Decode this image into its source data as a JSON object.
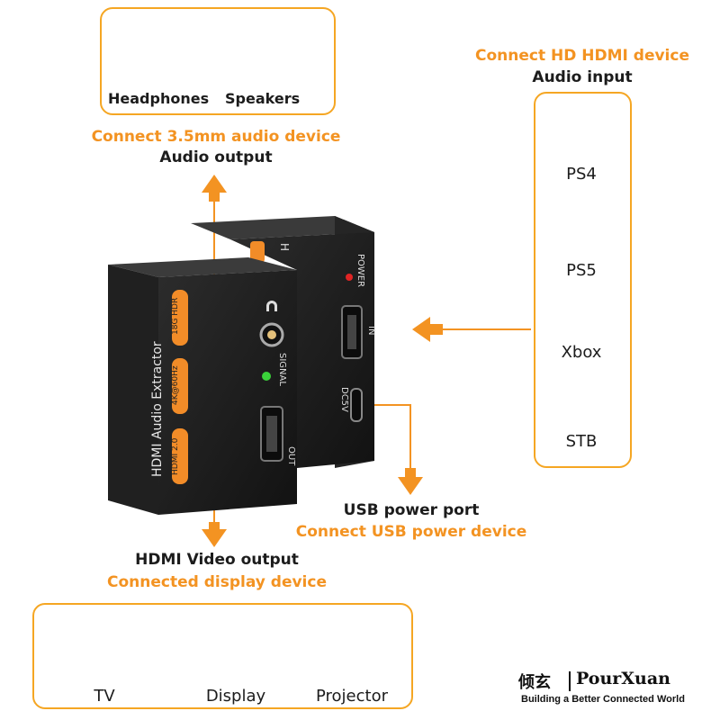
{
  "audio_output": {
    "devices": [
      {
        "icon": "headphones-icon",
        "label": "Headphones"
      },
      {
        "icon": "speakers-icon",
        "label": "Speakers"
      }
    ],
    "title": "Connect 3.5mm audio device",
    "subtitle": "Audio output"
  },
  "hdmi_input": {
    "title": "Connect HD HDMI device",
    "subtitle": "Audio input",
    "devices": [
      {
        "icon": "ps4-console-icon",
        "label": "PS4"
      },
      {
        "icon": "ps5-console-icon",
        "label": "PS5"
      },
      {
        "icon": "xbox-console-icon",
        "label": "Xbox"
      },
      {
        "icon": "set-top-box-icon",
        "label": "STB"
      }
    ]
  },
  "usb_power": {
    "title": "USB power port",
    "subtitle": "Connect USB power device"
  },
  "video_output": {
    "title": "HDMI Video output",
    "subtitle": "Connected display device",
    "devices": [
      {
        "icon": "tv-icon",
        "label": "TV"
      },
      {
        "icon": "monitor-display-icon",
        "label": "Display"
      },
      {
        "icon": "projector-icon",
        "label": "Projector"
      }
    ]
  },
  "device": {
    "front_text": "HDMI Audio Extractor",
    "badges": [
      "18G HDR",
      "4K@60Hz",
      "HDMI 2.0"
    ],
    "ports": {
      "out": "OUT",
      "signal": "SIGNAL",
      "in": "IN",
      "power": "POWER",
      "dc": "DC5V",
      "back_top": "H"
    }
  },
  "brand": {
    "cn": "倾玄",
    "name": "PourXuan",
    "tagline": "Building a Better Connected World"
  },
  "colors": {
    "accent": "#f39322",
    "box_border": "#f5a623",
    "device_body": "#1e1e1e",
    "badge": "#f28c28"
  }
}
